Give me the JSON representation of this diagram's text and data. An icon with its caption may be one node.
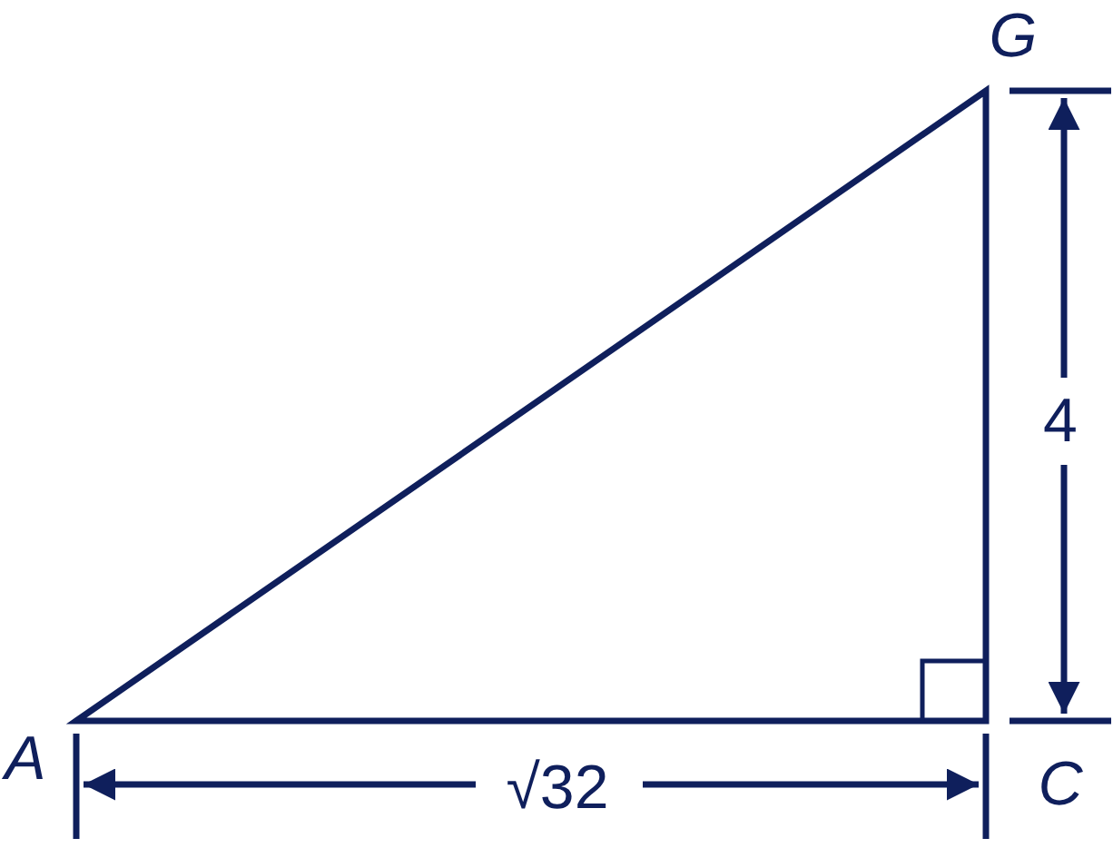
{
  "diagram": {
    "labels": [
      "G",
      "4",
      "A",
      "√32",
      "C"
    ]
  }
}
